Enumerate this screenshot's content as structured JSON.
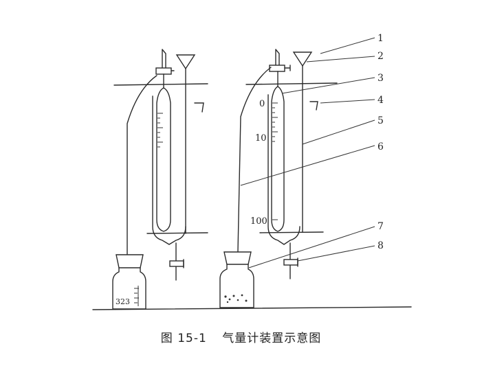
{
  "caption": {
    "figure_number": "图 15-1",
    "title": "气量计装置示意图"
  },
  "part_numbers": [
    "1",
    "2",
    "3",
    "4",
    "5",
    "6",
    "7",
    "8"
  ],
  "scale_marks": {
    "top": "0",
    "mid": "10",
    "bottom": "100"
  },
  "bottle_marking": "323"
}
